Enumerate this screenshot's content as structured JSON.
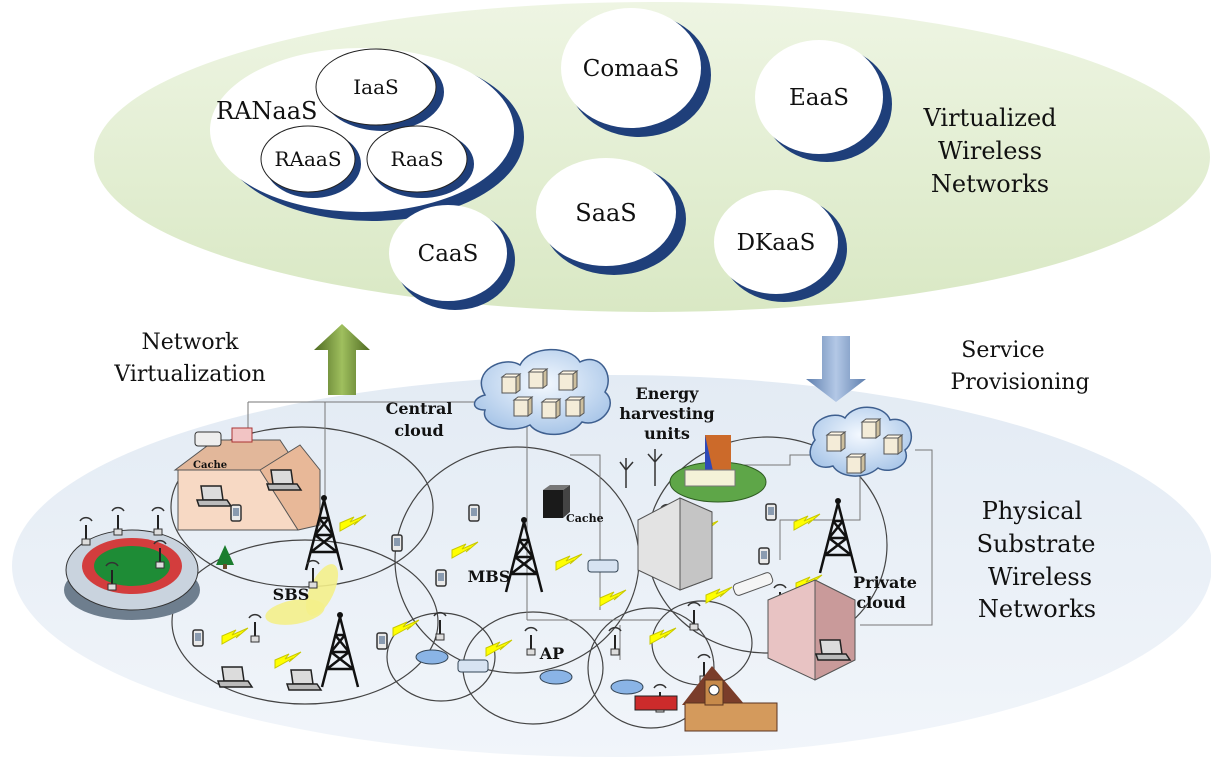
{
  "virtualized": {
    "title_lines": [
      "Virtualized",
      "Wireless",
      "Networks"
    ],
    "services": {
      "ranaas": "RANaaS",
      "iaas": "IaaS",
      "raaas": "RAaaS",
      "raas": "RaaS",
      "comaas": "ComaaS",
      "eaas": "EaaS",
      "saas": "SaaS",
      "caas": "CaaS",
      "dkaas": "DKaaS"
    }
  },
  "arrows": {
    "left_lines": [
      "Network",
      "Virtualization"
    ],
    "right_lines": [
      "Service",
      "Provisioning"
    ]
  },
  "physical": {
    "title_lines": [
      "Physical",
      "Substrate",
      "Wireless",
      "Networks"
    ],
    "labels": {
      "central_cloud": [
        "Central",
        "cloud"
      ],
      "energy": [
        "Energy",
        "harvesting",
        "units"
      ],
      "private_cloud": [
        "Private",
        "cloud"
      ],
      "cache_home": "Cache",
      "cache_server": "Cache",
      "mbs": "MBS",
      "sbs": "SBS",
      "ap": "AP"
    }
  },
  "colors": {
    "top_ellipse": "#e6f0d6",
    "bottom_ellipse": "#e9eff6",
    "bubble_shadow": "#1f3f7a",
    "arrow_up": "#76923c",
    "arrow_down": "#8eaad0"
  }
}
